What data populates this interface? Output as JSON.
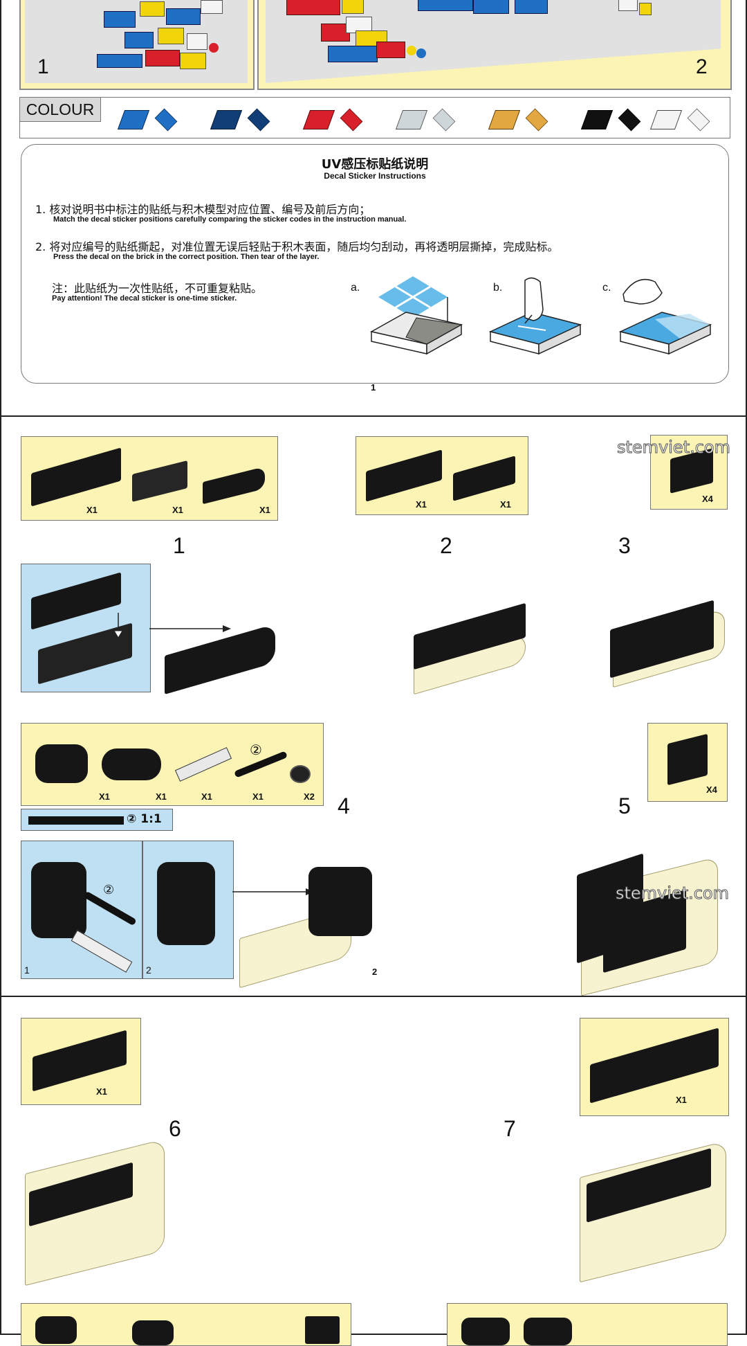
{
  "top": {
    "scene_left_num": "1",
    "scene_right_num": "2",
    "colour_label": "COLOUR",
    "colours": [
      {
        "name": "blue",
        "hex": "#1f6fc4"
      },
      {
        "name": "dark-blue",
        "hex": "#123e78"
      },
      {
        "name": "red",
        "hex": "#d8202a"
      },
      {
        "name": "light-grey",
        "hex": "#cfd6da"
      },
      {
        "name": "tan",
        "hex": "#e2a740"
      },
      {
        "name": "black",
        "hex": "#111111"
      },
      {
        "name": "white",
        "hex": "#f4f4f4"
      }
    ]
  },
  "decal": {
    "title_cn": "UV感压标贴纸说明",
    "title_en": "Decal Sticker Instructions",
    "step1_cn": "1. 核对说明书中标注的贴纸与积木模型对应位置、编号及前后方向；",
    "step1_en": "Match the decal sticker positions carefully comparing the sticker codes in the  instruction manual.",
    "step2_cn": "2. 将对应编号的贴纸撕起，对准位置无误后轻贴于积木表面，随后均匀刮动，再将透明层撕掉，完成贴标。",
    "step2_en": "Press the decal on the brick in the correct position. Then tear of the layer.",
    "note_cn": "注：此贴纸为一次性贴纸，不可重复粘贴。",
    "note_en": "Pay attention! The decal sticker is one-time sticker.",
    "label_a": "a.",
    "label_b": "b.",
    "label_c": "c.",
    "page_num": "1"
  },
  "page2": {
    "watermark": "stemviet.com",
    "step1": {
      "num": "1",
      "qty": [
        "X1",
        "X1",
        "X1"
      ]
    },
    "step2": {
      "num": "2",
      "qty": [
        "X1",
        "X1"
      ]
    },
    "step3": {
      "num": "3",
      "qty": [
        "X4"
      ]
    },
    "step4": {
      "num": "4",
      "qty": [
        "X1",
        "X1",
        "X1",
        "X1",
        "X2"
      ],
      "circle": "②",
      "scale": "② 1:1",
      "sub1": "1",
      "sub2": "2",
      "sub_circle": "②"
    },
    "step5": {
      "num": "5",
      "qty": [
        "X4"
      ]
    },
    "page_num": "2"
  },
  "page3": {
    "step6": {
      "num": "6",
      "qty": [
        "X1"
      ]
    },
    "step7": {
      "num": "7",
      "qty": [
        "X1"
      ]
    }
  }
}
